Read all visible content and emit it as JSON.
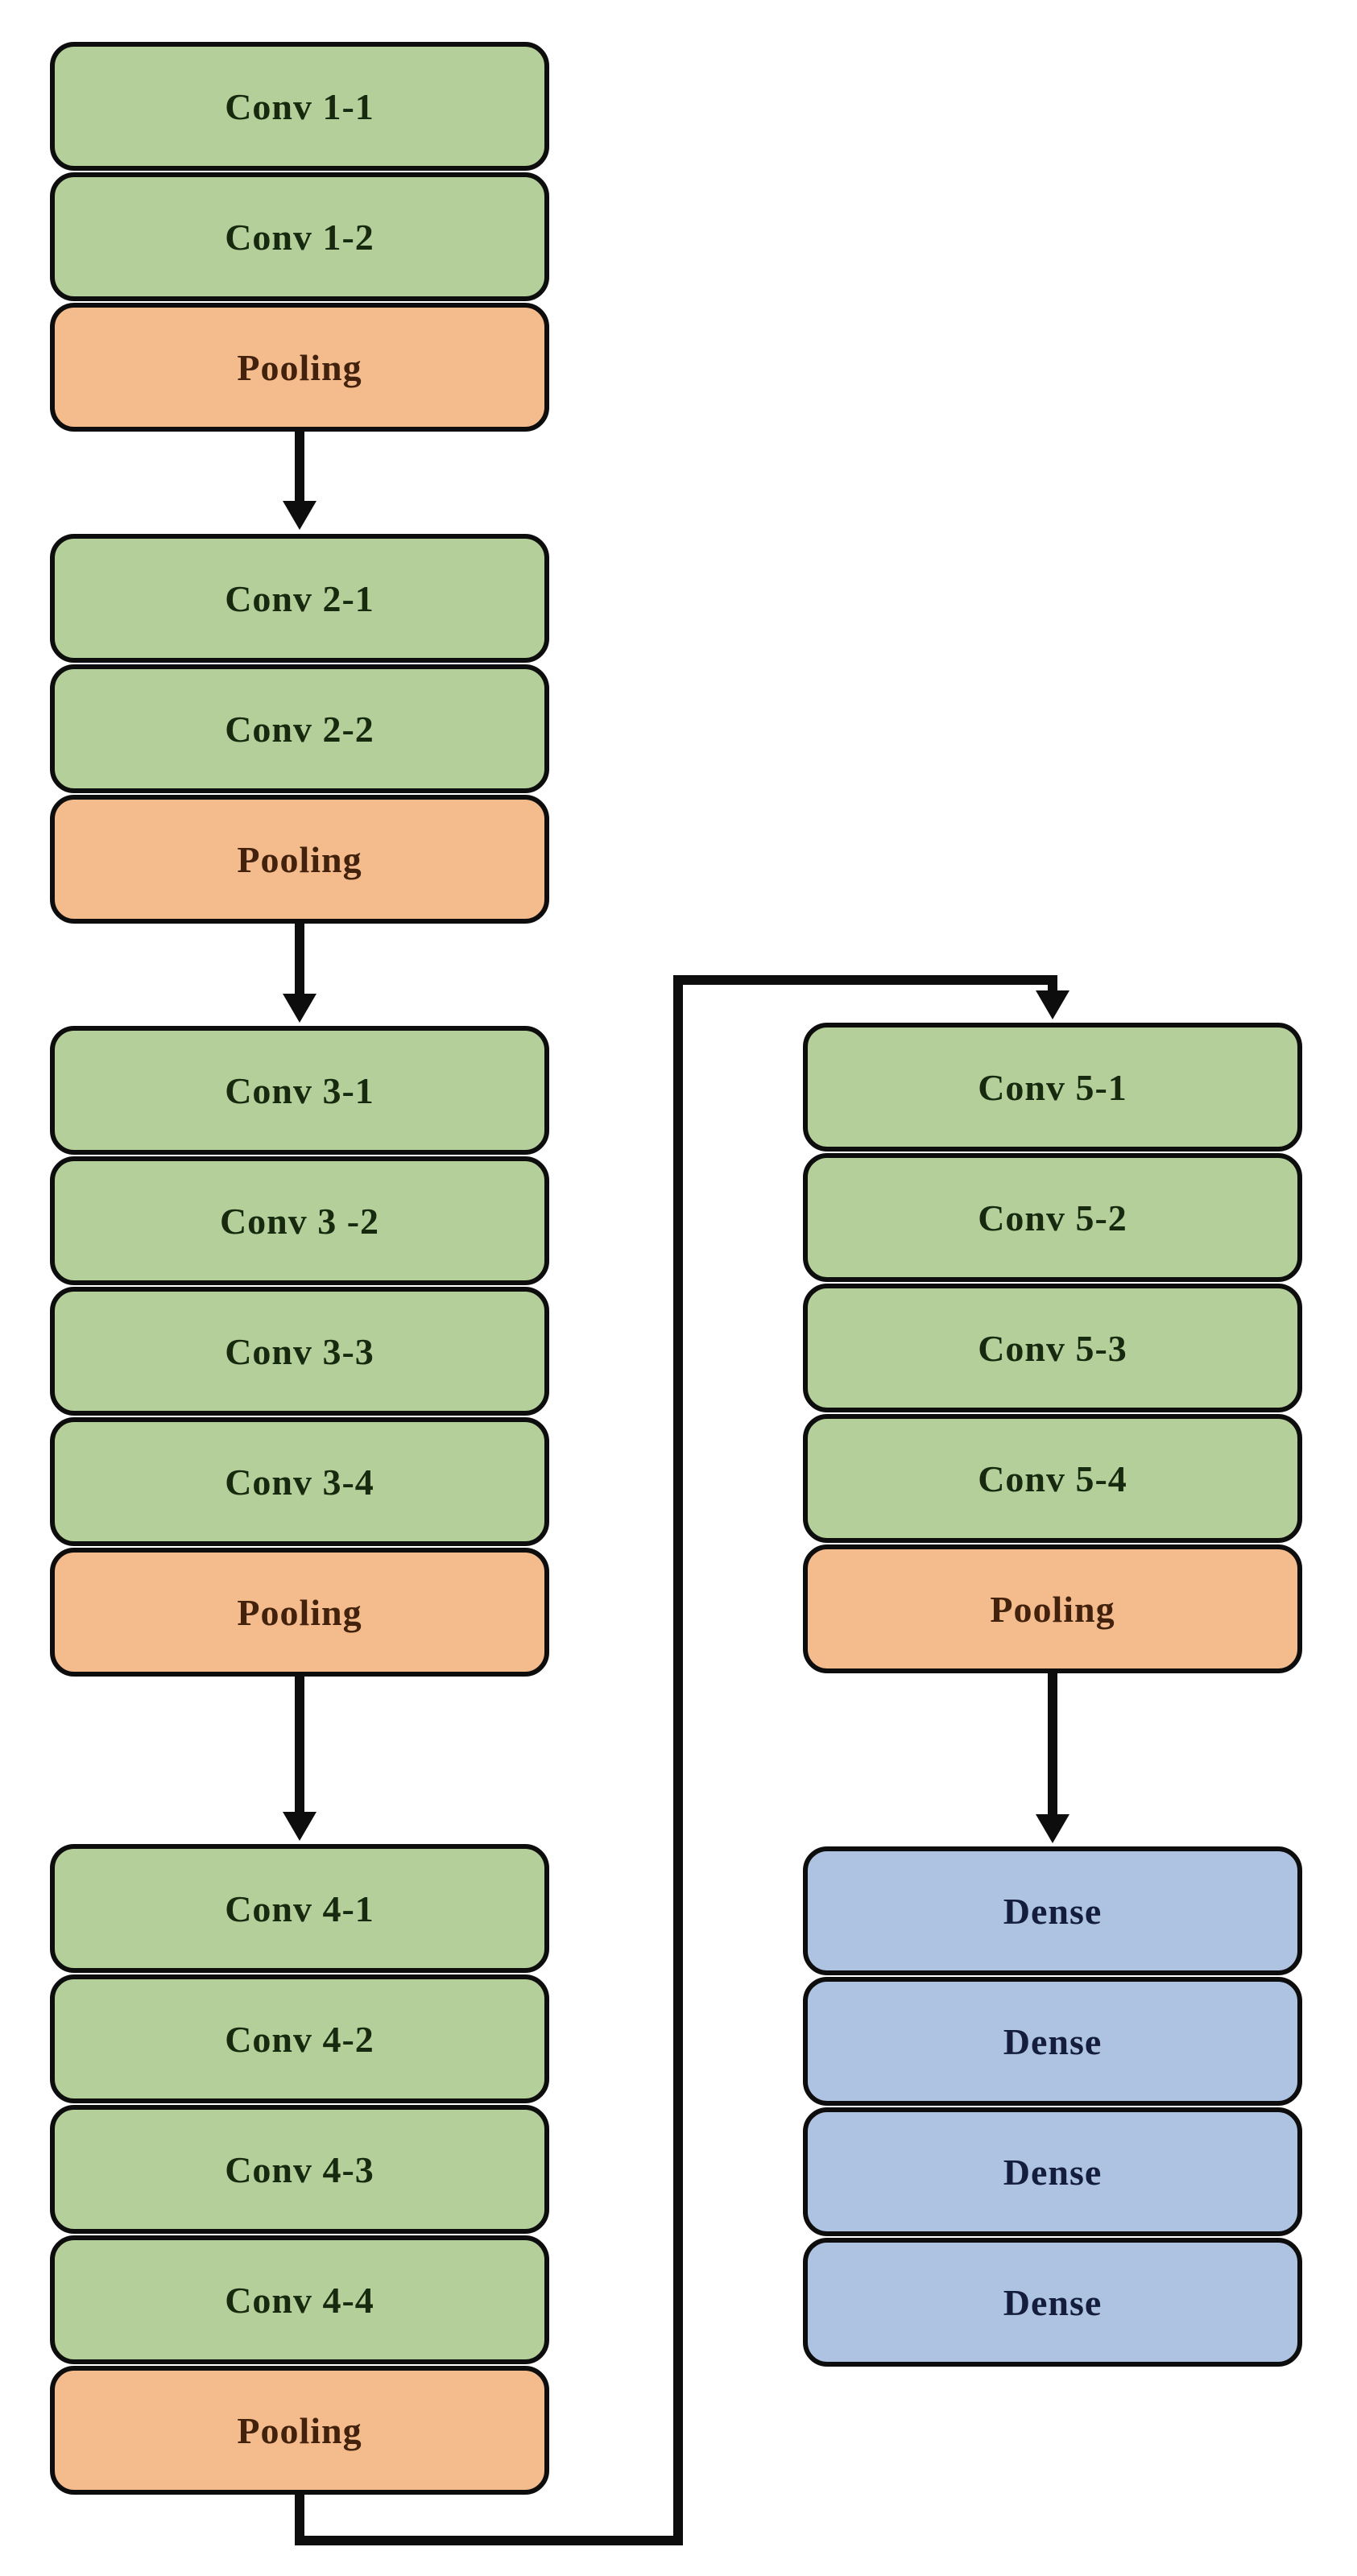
{
  "colors": {
    "background": "#ffffff",
    "conv_fill": "#b4cf9a",
    "pool_fill": "#f4bb8d",
    "dense_fill": "#aec3e2",
    "block_border": "#0d0d0d",
    "connector": "#0d0d0d",
    "conv_text": "#17290e",
    "pool_text": "#42220d",
    "dense_text": "#141e3c"
  },
  "left_column": {
    "groups": [
      {
        "blocks": [
          {
            "label": "Conv 1-1",
            "type": "conv"
          },
          {
            "label": "Conv 1-2",
            "type": "conv"
          },
          {
            "label": "Pooling",
            "type": "pool"
          }
        ]
      },
      {
        "blocks": [
          {
            "label": "Conv 2-1",
            "type": "conv"
          },
          {
            "label": "Conv 2-2",
            "type": "conv"
          },
          {
            "label": "Pooling",
            "type": "pool"
          }
        ]
      },
      {
        "blocks": [
          {
            "label": "Conv 3-1",
            "type": "conv"
          },
          {
            "label": "Conv 3 -2",
            "type": "conv"
          },
          {
            "label": "Conv 3-3",
            "type": "conv"
          },
          {
            "label": "Conv 3-4",
            "type": "conv"
          },
          {
            "label": "Pooling",
            "type": "pool"
          }
        ]
      },
      {
        "blocks": [
          {
            "label": "Conv 4-1",
            "type": "conv"
          },
          {
            "label": "Conv 4-2",
            "type": "conv"
          },
          {
            "label": "Conv 4-3",
            "type": "conv"
          },
          {
            "label": "Conv 4-4",
            "type": "conv"
          },
          {
            "label": "Pooling",
            "type": "pool"
          }
        ]
      }
    ]
  },
  "right_column": {
    "groups": [
      {
        "blocks": [
          {
            "label": "Conv 5-1",
            "type": "conv"
          },
          {
            "label": "Conv 5-2",
            "type": "conv"
          },
          {
            "label": "Conv 5-3",
            "type": "conv"
          },
          {
            "label": "Conv 5-4",
            "type": "conv"
          },
          {
            "label": "Pooling",
            "type": "pool"
          }
        ]
      },
      {
        "blocks": [
          {
            "label": "Dense",
            "type": "dense"
          },
          {
            "label": "Dense",
            "type": "dense"
          },
          {
            "label": "Dense",
            "type": "dense"
          },
          {
            "label": "Dense",
            "type": "dense"
          }
        ]
      }
    ]
  }
}
